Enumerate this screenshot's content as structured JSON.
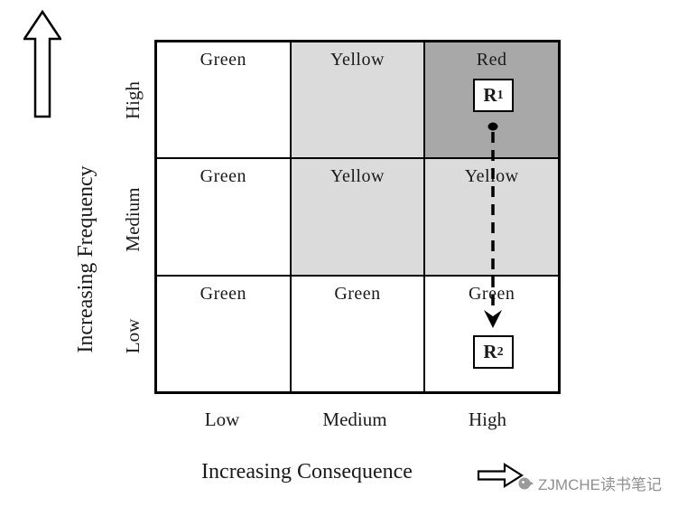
{
  "figure": {
    "y_axis_title": "Increasing Frequency",
    "x_axis_title": "Increasing Consequence",
    "row_labels": [
      "High",
      "Medium",
      "Low"
    ],
    "col_labels": [
      "Low",
      "Medium",
      "High"
    ]
  },
  "grid": {
    "rows": 3,
    "cols": 3,
    "cells": [
      {
        "row": "High",
        "col": "Low",
        "label": "Green",
        "color": "#ffffff"
      },
      {
        "row": "High",
        "col": "Medium",
        "label": "Yellow",
        "color": "#dbdbdb"
      },
      {
        "row": "High",
        "col": "High",
        "label": "Red",
        "color": "#a8a8a8"
      },
      {
        "row": "Medium",
        "col": "Low",
        "label": "Green",
        "color": "#ffffff"
      },
      {
        "row": "Medium",
        "col": "Medium",
        "label": "Yellow",
        "color": "#dbdbdb"
      },
      {
        "row": "Medium",
        "col": "High",
        "label": "Yellow",
        "color": "#dbdbdb"
      },
      {
        "row": "Low",
        "col": "Low",
        "label": "Green",
        "color": "#ffffff"
      },
      {
        "row": "Low",
        "col": "Medium",
        "label": "Green",
        "color": "#ffffff"
      },
      {
        "row": "Low",
        "col": "High",
        "label": "Green",
        "color": "#ffffff"
      }
    ]
  },
  "markers": {
    "r1": {
      "base": "R",
      "sub": "1"
    },
    "r2": {
      "base": "R",
      "sub": "2"
    }
  },
  "watermark": {
    "text": "ZJMCHE读书笔记",
    "color": "#8f8f8f"
  }
}
